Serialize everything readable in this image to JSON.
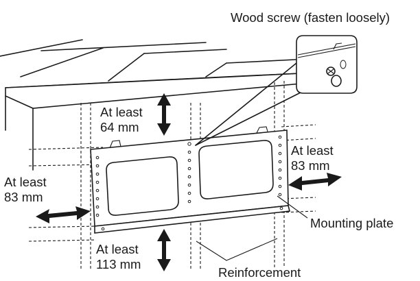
{
  "labels": {
    "wood_screw": "Wood screw (fasten loosely)",
    "top_clearance": [
      "At least",
      "64 mm"
    ],
    "left_clearance": [
      "At least",
      "83 mm"
    ],
    "right_clearance": [
      "At least",
      "83 mm"
    ],
    "bottom_clearance": [
      "At least",
      "113 mm"
    ],
    "mounting_plate": "Mounting plate",
    "reinforcement": "Reinforcement"
  },
  "icons": {
    "arrow_style": "double-headed-arrow",
    "zoom_circle": "magnifier-inset"
  },
  "colors": {
    "line": "#1a1a1a",
    "background": "#ffffff"
  }
}
